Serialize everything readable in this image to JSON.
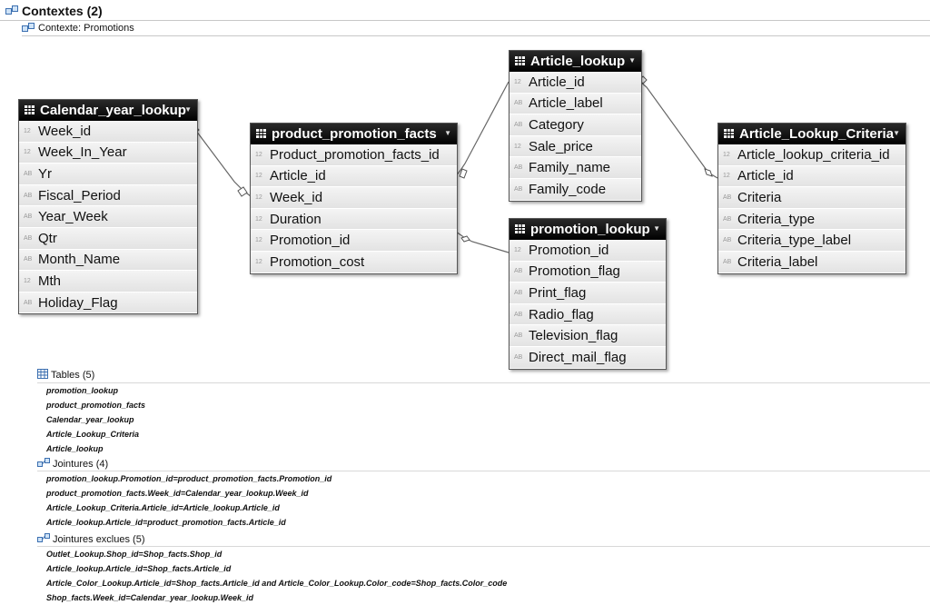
{
  "header": {
    "title": "Contextes (2)",
    "subtitle": "Contexte: Promotions"
  },
  "entities": [
    {
      "id": "calendar",
      "name": "Calendar_year_lookup",
      "fields": [
        {
          "name": "Week_id",
          "type": "12"
        },
        {
          "name": "Week_In_Year",
          "type": "12"
        },
        {
          "name": "Yr",
          "type": "AB"
        },
        {
          "name": "Fiscal_Period",
          "type": "AB"
        },
        {
          "name": "Year_Week",
          "type": "AB"
        },
        {
          "name": "Qtr",
          "type": "AB"
        },
        {
          "name": "Month_Name",
          "type": "AB"
        },
        {
          "name": "Mth",
          "type": "12"
        },
        {
          "name": "Holiday_Flag",
          "type": "AB"
        }
      ]
    },
    {
      "id": "ppf",
      "name": "product_promotion_facts",
      "fields": [
        {
          "name": "Product_promotion_facts_id",
          "type": "12"
        },
        {
          "name": "Article_id",
          "type": "12"
        },
        {
          "name": "Week_id",
          "type": "12"
        },
        {
          "name": "Duration",
          "type": "12"
        },
        {
          "name": "Promotion_id",
          "type": "12"
        },
        {
          "name": "Promotion_cost",
          "type": "12"
        }
      ]
    },
    {
      "id": "article",
      "name": "Article_lookup",
      "fields": [
        {
          "name": "Article_id",
          "type": "12"
        },
        {
          "name": "Article_label",
          "type": "AB"
        },
        {
          "name": "Category",
          "type": "AB"
        },
        {
          "name": "Sale_price",
          "type": "12"
        },
        {
          "name": "Family_name",
          "type": "AB"
        },
        {
          "name": "Family_code",
          "type": "AB"
        }
      ]
    },
    {
      "id": "promo",
      "name": "promotion_lookup",
      "fields": [
        {
          "name": "Promotion_id",
          "type": "12"
        },
        {
          "name": "Promotion_flag",
          "type": "AB"
        },
        {
          "name": "Print_flag",
          "type": "AB"
        },
        {
          "name": "Radio_flag",
          "type": "AB"
        },
        {
          "name": "Television_flag",
          "type": "AB"
        },
        {
          "name": "Direct_mail_flag",
          "type": "AB"
        }
      ]
    },
    {
      "id": "criteria",
      "name": "Article_Lookup_Criteria",
      "fields": [
        {
          "name": "Article_lookup_criteria_id",
          "type": "12"
        },
        {
          "name": "Article_id",
          "type": "12"
        },
        {
          "name": "Criteria",
          "type": "AB"
        },
        {
          "name": "Criteria_type",
          "type": "AB"
        },
        {
          "name": "Criteria_type_label",
          "type": "AB"
        },
        {
          "name": "Criteria_label",
          "type": "AB"
        }
      ]
    }
  ],
  "sections": {
    "tables": {
      "label": "Tables (5)",
      "items": [
        "promotion_lookup",
        "product_promotion_facts",
        "Calendar_year_lookup",
        "Article_Lookup_Criteria",
        "Article_lookup"
      ]
    },
    "joins": {
      "label": "Jointures (4)",
      "items": [
        "promotion_lookup.Promotion_id=product_promotion_facts.Promotion_id",
        "product_promotion_facts.Week_id=Calendar_year_lookup.Week_id",
        "Article_Lookup_Criteria.Article_id=Article_lookup.Article_id",
        "Article_lookup.Article_id=product_promotion_facts.Article_id"
      ]
    },
    "excluded": {
      "label": "Jointures exclues (5)",
      "items": [
        "Outlet_Lookup.Shop_id=Shop_facts.Shop_id",
        "Article_lookup.Article_id=Shop_facts.Article_id",
        "Article_Color_Lookup.Article_id=Shop_facts.Article_id and Article_Color_Lookup.Color_code=Shop_facts.Color_code",
        "Shop_facts.Week_id=Calendar_year_lookup.Week_id"
      ]
    }
  }
}
